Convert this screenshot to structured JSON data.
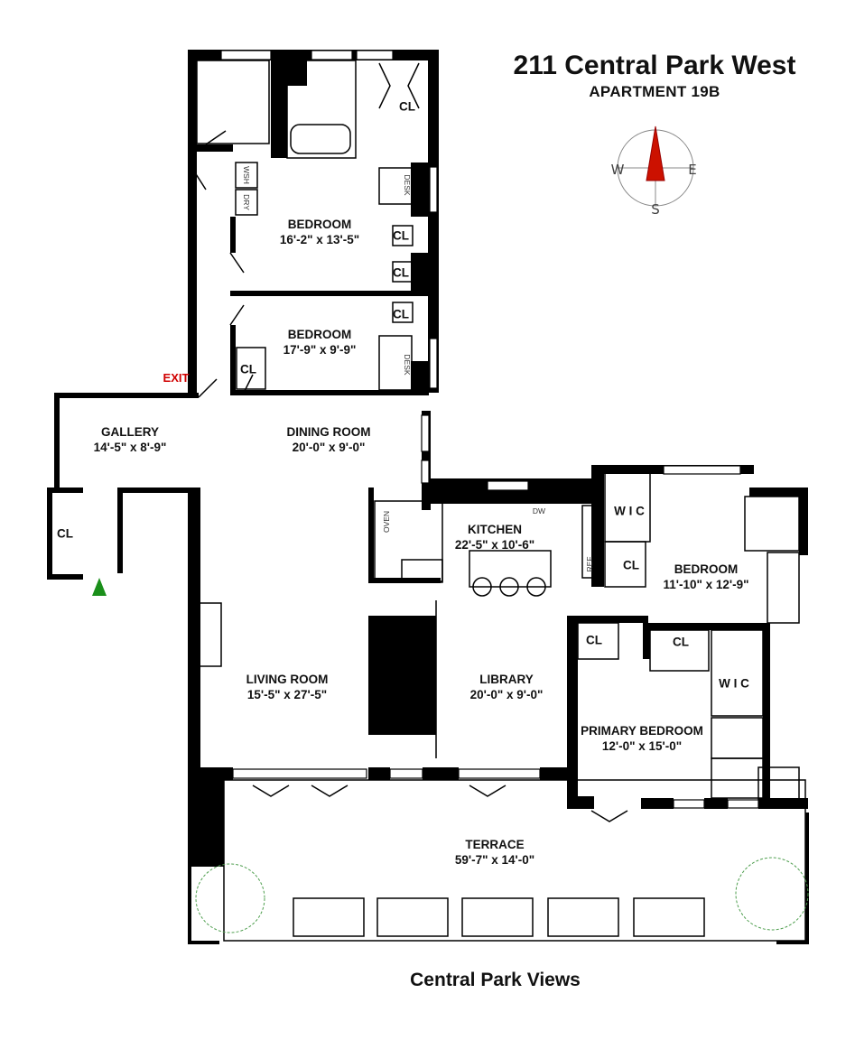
{
  "header": {
    "title": "211 Central Park West",
    "subtitle": "APARTMENT 19B"
  },
  "compass": {
    "west": "W",
    "east": "E",
    "south": "S",
    "needle_color": "#cc1100"
  },
  "exit_label": "EXIT",
  "rooms": {
    "bedroom_1": {
      "name": "BEDROOM",
      "dims": "16'-2\" x 13'-5\""
    },
    "bedroom_2": {
      "name": "BEDROOM",
      "dims": "17'-9\" x 9'-9\""
    },
    "gallery": {
      "name": "GALLERY",
      "dims": "14'-5\" x 8'-9\""
    },
    "dining": {
      "name": "DINING ROOM",
      "dims": "20'-0\" x 9'-0\""
    },
    "kitchen": {
      "name": "KITCHEN",
      "dims": "22'-5\" x 10'-6\""
    },
    "bedroom_3": {
      "name": "BEDROOM",
      "dims": "11'-10\" x 12'-9\""
    },
    "living": {
      "name": "LIVING ROOM",
      "dims": "15'-5\" x 27'-5\""
    },
    "library": {
      "name": "LIBRARY",
      "dims": "20'-0\" x 9'-0\""
    },
    "primary": {
      "name": "PRIMARY BEDROOM",
      "dims": "12'-0\" x 15'-0\""
    },
    "terrace": {
      "name": "TERRACE",
      "dims": "59'-7\" x 14'-0\""
    }
  },
  "closet_label": "CL",
  "wic_label": "W I C",
  "appliances": {
    "washer": "WSH",
    "dryer": "DRY",
    "desk": "DESK",
    "dishwasher": "DW",
    "oven": "OVEN",
    "refrigerator": "REF"
  },
  "footer": "Central Park Views",
  "colors": {
    "wall": "#000000",
    "exit": "#d00000",
    "entry_arrow": "#1a8f1a",
    "shrub": "#7fbf7f"
  }
}
